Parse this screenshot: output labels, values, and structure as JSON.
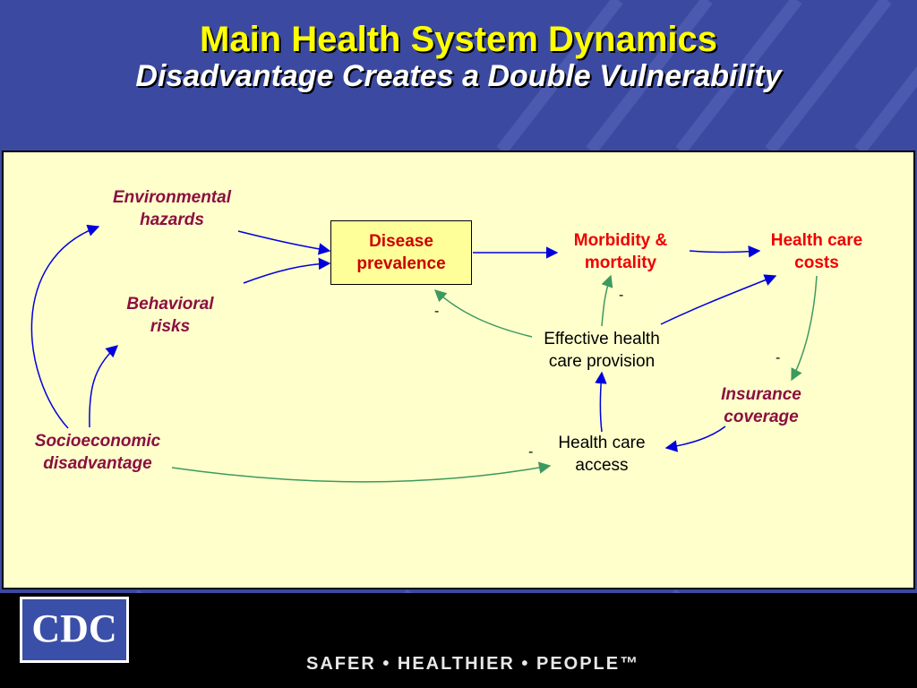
{
  "header": {
    "title": "Main Health System Dynamics",
    "subtitle": "Disadvantage Creates a Double Vulnerability"
  },
  "nodes": {
    "environmental_hazards": "Environmental hazards",
    "behavioral_risks": "Behavioral risks",
    "socioeconomic_disadvantage": "Socioeconomic disadvantage",
    "disease_prevalence": "Disease prevalence",
    "morbidity_mortality": "Morbidity & mortality",
    "health_care_costs": "Health care costs",
    "effective_care_provision": "Effective health care provision",
    "insurance_coverage": "Insurance coverage",
    "health_care_access": "Health care access"
  },
  "signs": {
    "prevalence_link": "-",
    "morbidity_link": "-",
    "costs_to_insurance": "-",
    "access_link": "-"
  },
  "colors": {
    "positive_link": "#0000dd",
    "negative_link": "#3c9a5f",
    "title": "#ffff00"
  },
  "footer": {
    "logo": "CDC",
    "tagline": "SAFER • HEALTHIER • PEOPLE™"
  }
}
